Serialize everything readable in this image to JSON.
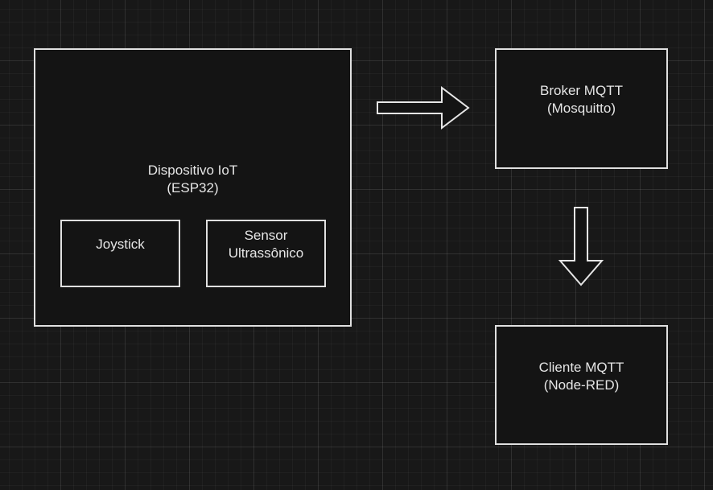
{
  "diagram": {
    "device": {
      "title": "Dispositivo IoT",
      "subtitle": "(ESP32)",
      "components": {
        "joystick": "Joystick",
        "sensor_line1": "Sensor",
        "sensor_line2": "Ultrassônico"
      }
    },
    "broker": {
      "title": "Broker MQTT",
      "subtitle": "(Mosquitto)"
    },
    "client": {
      "title": "Cliente MQTT",
      "subtitle": "(Node-RED)"
    },
    "connections": [
      {
        "from": "device",
        "to": "broker",
        "direction": "right"
      },
      {
        "from": "broker",
        "to": "client",
        "direction": "down"
      }
    ]
  }
}
